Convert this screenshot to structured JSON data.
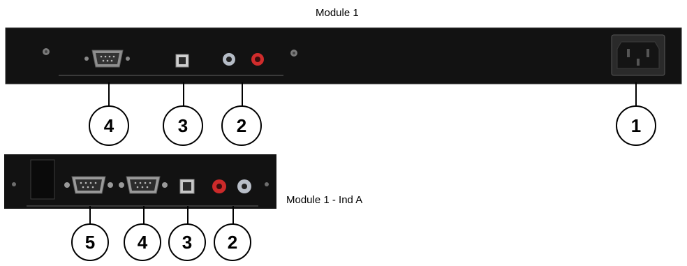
{
  "module1": {
    "title": "Module 1",
    "callouts": [
      "4",
      "3",
      "2",
      "1"
    ]
  },
  "module1_ind_a": {
    "title": "Module 1 - Ind A",
    "callouts": [
      "5",
      "4",
      "3",
      "2"
    ]
  },
  "colors": {
    "panel": "#111111",
    "red_jack": "#cc2a2a",
    "metal": "#9a9a9a",
    "callout_border": "#000000"
  }
}
